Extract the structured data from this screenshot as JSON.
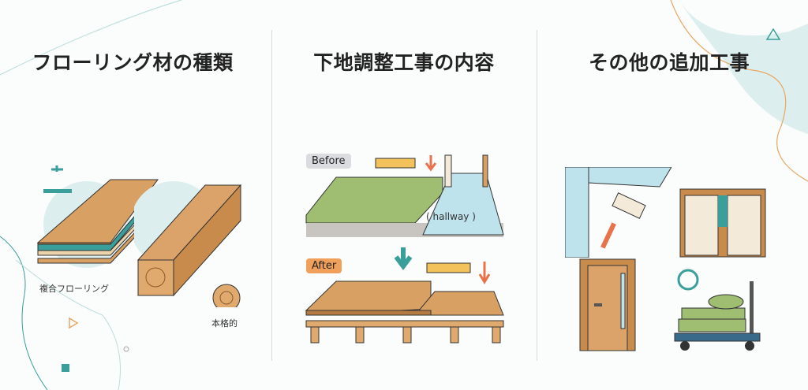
{
  "columns": [
    {
      "title": "フローリング材の種類",
      "labels": {
        "composite": "複合フローリング",
        "solid": "本格的"
      }
    },
    {
      "title": "下地調整工事の内容",
      "labels": {
        "before": "Before",
        "after": "After",
        "hallway": "( hallway )"
      }
    },
    {
      "title": "その他の追加工事"
    }
  ],
  "colors": {
    "accent_teal": "#3a9e9a",
    "wood": "#d9a063",
    "tatami": "#9fbe72",
    "orange": "#f0a05a",
    "bg_blob": "#dcefee"
  }
}
